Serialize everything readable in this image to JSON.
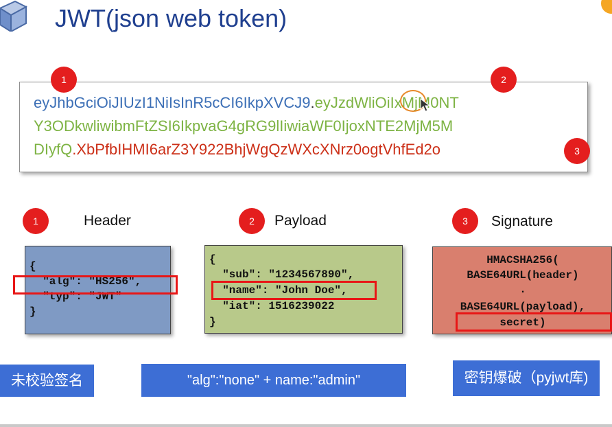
{
  "title": "JWT(json web token)",
  "token": {
    "line1_header": "eyJhbGciOiJIUzI1NiIsInR5cCI6IkpXVCJ9",
    "line1_dot": ".",
    "line1_payload": "eyJzdWliOiIxMjM0NT",
    "line2_payload": "Y3ODkwliwibmFtZSI6IkpvaG4gRG9lIiwiaWF0IjoxNTE2MjM5M",
    "line3_payload": "DIyfQ",
    "line3_dot": ".",
    "line3_signature": "XbPfbIHMI6arZ3Y922BhjWgQzWXcXNrz0ogtVhfEd2o"
  },
  "badges": {
    "header_top": "1",
    "payload_top": "2",
    "signature_top": "3",
    "header_section": "1",
    "payload_section": "2",
    "signature_section": "3"
  },
  "sections": {
    "header_label": "Header",
    "payload_label": "Payload",
    "signature_label": "Signature"
  },
  "header_code": [
    "{",
    "  \"alg\": \"HS256\",",
    "  \"typ\": \"JWT\"",
    "}"
  ],
  "payload_code": [
    "{",
    "  \"sub\": \"1234567890\",",
    "  \"name\": \"John Doe\",",
    "  \"iat\": 1516239022",
    "}"
  ],
  "signature_code": [
    "HMACSHA256(",
    "BASE64URL(header)",
    ".",
    "BASE64URL(payload),",
    "secret)"
  ],
  "actions": {
    "unverified": "未校验签名",
    "alg_none": "\"alg\":\"none\" + name:\"admin\"",
    "brute_force": "密钥爆破（pyjwt库)"
  },
  "colors": {
    "title": "#1f3f8f",
    "header_text": "#3c6fb6",
    "payload_text": "#7db343",
    "signature_text": "#cc3018",
    "badge": "#e41e1e",
    "button": "#3d6ed5"
  }
}
